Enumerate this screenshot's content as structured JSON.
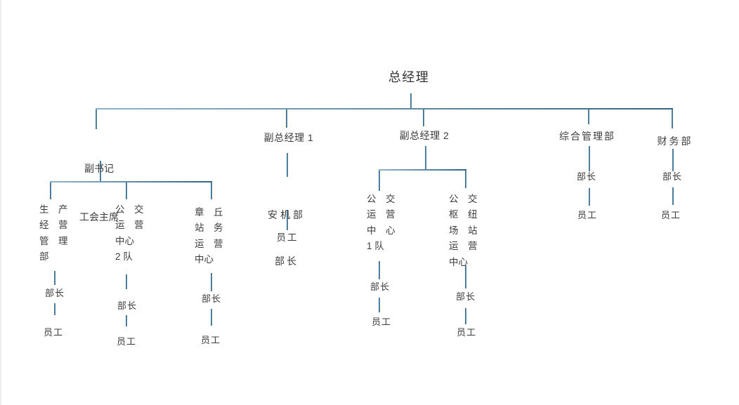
{
  "colors": {
    "line": "#4d7d9c",
    "text": "#3c3c3c",
    "background": "#ffffff"
  },
  "org": {
    "root": {
      "label": "总经理"
    },
    "deputy_secretary": {
      "line1": "副书记",
      "line2": "工会主席",
      "children": [
        {
          "rows": [
            "生　产",
            "经　营",
            "管　理",
            "部"
          ],
          "head": "部长",
          "staff": "员工"
        },
        {
          "rows": [
            "公　交",
            "运　营",
            "中心",
            "2 队"
          ],
          "head": "部长",
          "staff": "员工"
        },
        {
          "rows": [
            "章　丘",
            "站　务",
            "运　营",
            "中心"
          ],
          "head": "部长",
          "staff": "员工"
        }
      ]
    },
    "deputy_gm1": {
      "label": "副总经理 1",
      "dept": {
        "name": "安机部",
        "head": "部长",
        "staff": "员工"
      }
    },
    "deputy_gm2": {
      "label": "副总经理 2",
      "children": [
        {
          "rows": [
            "公　交",
            "运　营",
            "中　心",
            "1 队"
          ],
          "head": "部长",
          "staff": "员工"
        },
        {
          "rows": [
            "公　交",
            "枢　纽",
            "场　站",
            "运　营",
            "中心"
          ],
          "head": "部长",
          "staff": "员工"
        }
      ]
    },
    "general_admin": {
      "label": "综合管理部",
      "head": "部长",
      "staff": "员工"
    },
    "finance": {
      "label": "财务部",
      "head": "部长",
      "staff": "员工"
    }
  }
}
